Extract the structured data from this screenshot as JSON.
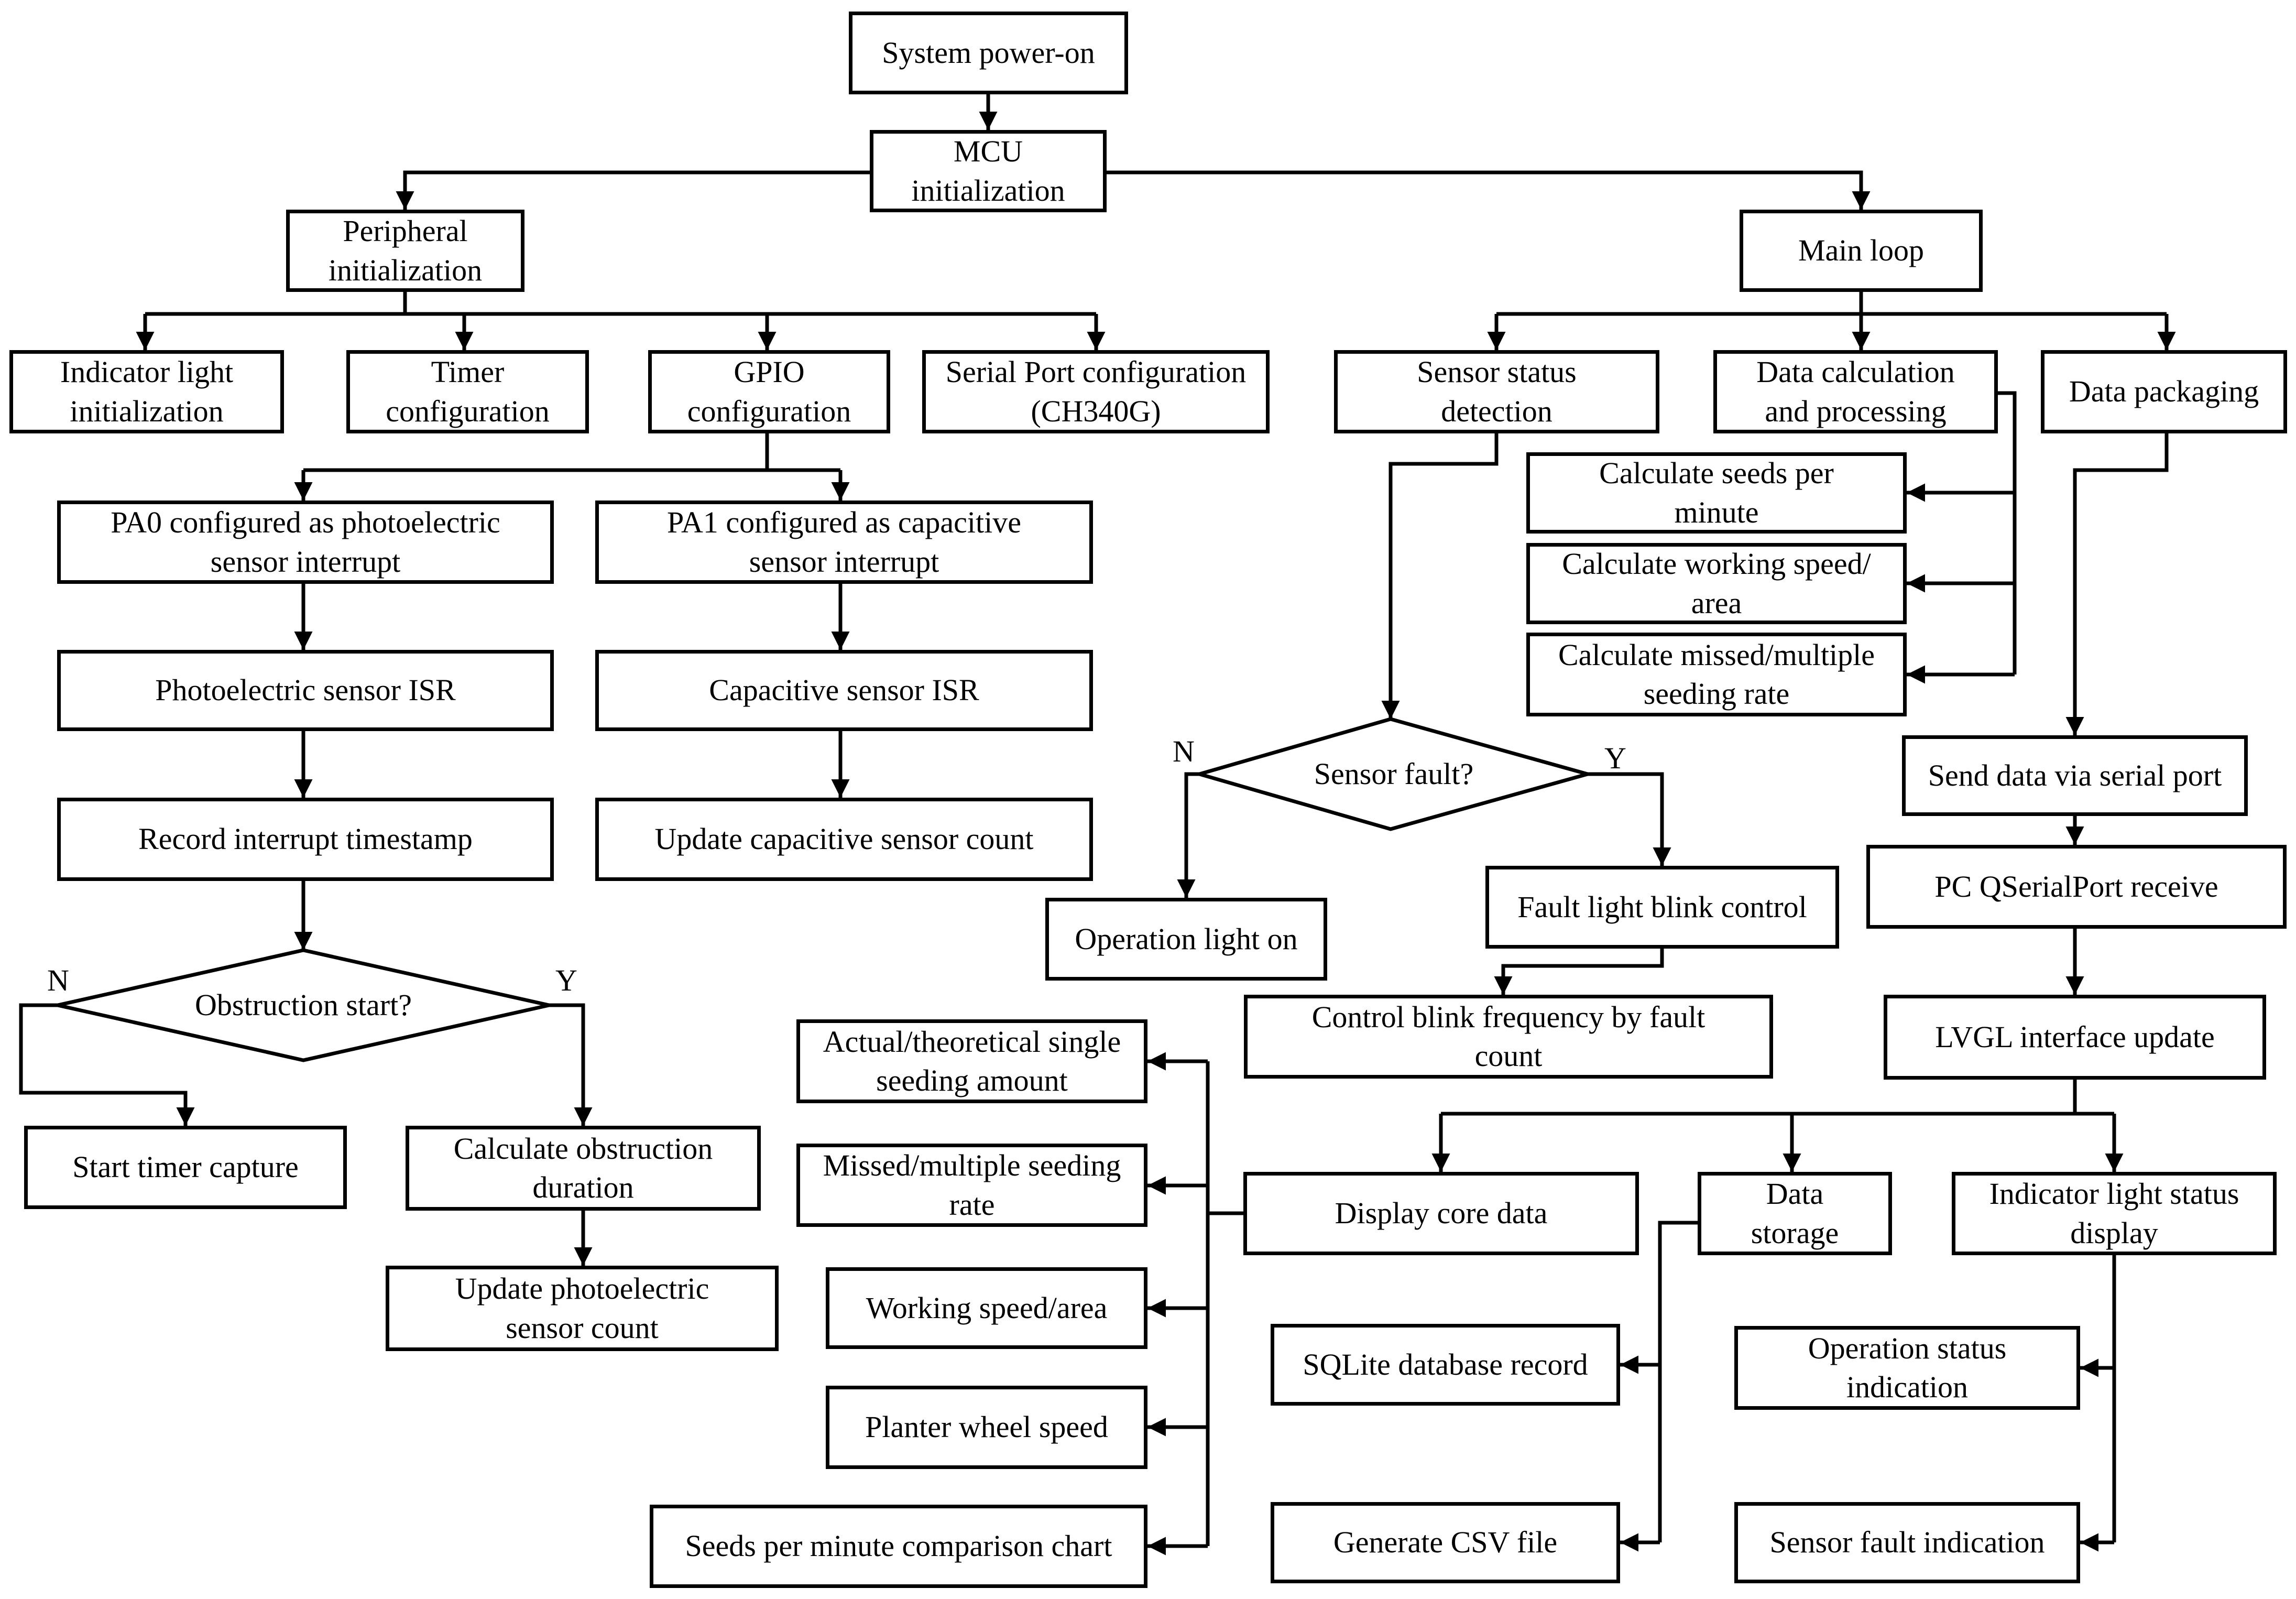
{
  "nodes": {
    "system_power_on": "System power-on",
    "mcu_init": "MCU\ninitialization",
    "peripheral_init": "Peripheral\ninitialization",
    "main_loop": "Main loop",
    "indicator_light_init": "Indicator light\ninitialization",
    "timer_config": "Timer\nconfiguration",
    "gpio_config": "GPIO\nconfiguration",
    "serial_port_config": "Serial Port configuration\n(CH340G)",
    "pa0_config": "PA0 configured as photoelectric\nsensor interrupt",
    "pa1_config": "PA1 configured as capacitive\nsensor interrupt",
    "photo_isr": "Photoelectric sensor ISR",
    "cap_isr": "Capacitive sensor ISR",
    "record_timestamp": "Record interrupt timestamp",
    "update_cap_count": "Update capacitive sensor count",
    "obstruction_start": "Obstruction start?",
    "start_timer_capture": "Start timer capture",
    "calc_obstruction": "Calculate obstruction\nduration",
    "update_photo_count": "Update photoelectric\nsensor count",
    "sensor_status": "Sensor status\ndetection",
    "data_calc": "Data calculation\nand processing",
    "data_packaging": "Data packaging",
    "calc_seeds_per_min": "Calculate seeds per\nminute",
    "calc_speed_area": "Calculate working speed/\narea",
    "calc_missed_multiple": "Calculate missed/multiple\nseeding rate",
    "sensor_fault": "Sensor fault?",
    "operation_light_on": "Operation light on",
    "fault_light_blink": "Fault light blink control",
    "control_blink_freq": "Control blink frequency by fault\ncount",
    "send_serial": "Send data via serial port",
    "pc_receive": "PC QSerialPort receive",
    "lvgl_update": "LVGL interface update",
    "display_core": "Display core data",
    "data_storage": "Data\nstorage",
    "indicator_status_display": "Indicator light status\ndisplay",
    "actual_theoretical": "Actual/theoretical single\nseeding amount",
    "missed_multiple_rate": "Missed/multiple seeding\nrate",
    "working_speed_area": "Working speed/area",
    "planter_wheel_speed": "Planter wheel speed",
    "seeds_comparison_chart": "Seeds per minute comparison chart",
    "sqlite_record": "SQLite database record",
    "generate_csv": "Generate CSV file",
    "operation_status_indication": "Operation status\nindication",
    "sensor_fault_indication": "Sensor fault indication"
  },
  "labels": {
    "obstruction_no": "N",
    "obstruction_yes": "Y",
    "fault_no": "N",
    "fault_yes": "Y"
  }
}
